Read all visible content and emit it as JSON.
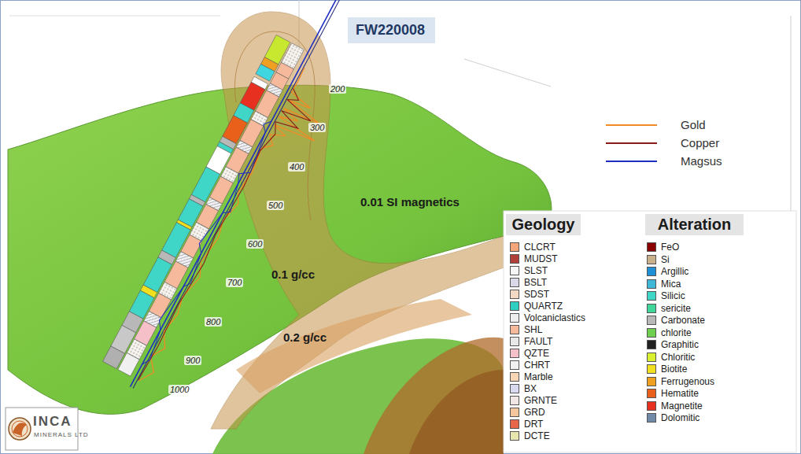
{
  "diagram": {
    "nodes": [
      {
        "text": [
          "FW220008"
        ]
      },
      {
        "text": [
          "Geology"
        ]
      },
      {
        "text": [
          "Alteration"
        ]
      }
    ],
    "labels": [
      "0.01 SI magnetics",
      "0.1 g/cc",
      "0.2 g/cc",
      "200",
      "300",
      "400",
      "500",
      "600",
      "700",
      "800",
      "900",
      "1000",
      "INCA",
      "MINERALS LTD"
    ],
    "legend": [
      {
        "text": "Gold"
      },
      {
        "text": "Copper"
      },
      {
        "text": "Magsus"
      },
      {
        "text": "CLCRT",
        "color": "#f4a57a"
      },
      {
        "text": "MUDST",
        "color": "#b0403a"
      },
      {
        "text": "SLST",
        "color": "#f5f5f5"
      },
      {
        "text": "BSLT",
        "color": "#d8d8e8"
      },
      {
        "text": "SDST",
        "color": "#f3d9c4"
      },
      {
        "text": "QUARTZ",
        "color": "#2ecfc0"
      },
      {
        "text": "Volcaniclastics",
        "color": "#eeeeee"
      },
      {
        "text": "SHL",
        "color": "#f6b99b"
      },
      {
        "text": "FAULT",
        "color": "#e8e8e8"
      },
      {
        "text": "QZTE",
        "color": "#f6c0c9"
      },
      {
        "text": "CHRT",
        "color": "#f2f2f2"
      },
      {
        "text": "Marble",
        "color": "#f7d6b5"
      },
      {
        "text": "BX",
        "color": "#d9d9f0"
      },
      {
        "text": "GRNTE",
        "color": "#f0e6e6"
      },
      {
        "text": "GRD",
        "color": "#f5c69c"
      },
      {
        "text": "DRT",
        "color": "#e8674a"
      },
      {
        "text": "DCTE",
        "color": "#e8e6b0"
      },
      {
        "text": "FeO",
        "color": "#8b0000"
      },
      {
        "text": "Si",
        "color": "#c8b08a"
      },
      {
        "text": "Argillic",
        "color": "#1f8fd6"
      },
      {
        "text": "Mica",
        "color": "#3fb8d8"
      },
      {
        "text": "Silicic",
        "color": "#3fd6c8"
      },
      {
        "text": "sericite",
        "color": "#3fd69a"
      },
      {
        "text": "Carbonate",
        "color": "#b8b8b8"
      },
      {
        "text": "chlorite",
        "color": "#6fd04f"
      },
      {
        "text": "Graphitic",
        "color": "#202020"
      },
      {
        "text": "Chloritic",
        "color": "#d8f030"
      },
      {
        "text": "Biotite",
        "color": "#f0e020"
      },
      {
        "text": "Ferrugenous",
        "color": "#f0a020"
      },
      {
        "text": "Hematite",
        "color": "#e8601a"
      },
      {
        "text": "Magnetite",
        "color": "#e83020"
      },
      {
        "text": "Dolomitic",
        "color": "#6f8aa8"
      }
    ]
  }
}
